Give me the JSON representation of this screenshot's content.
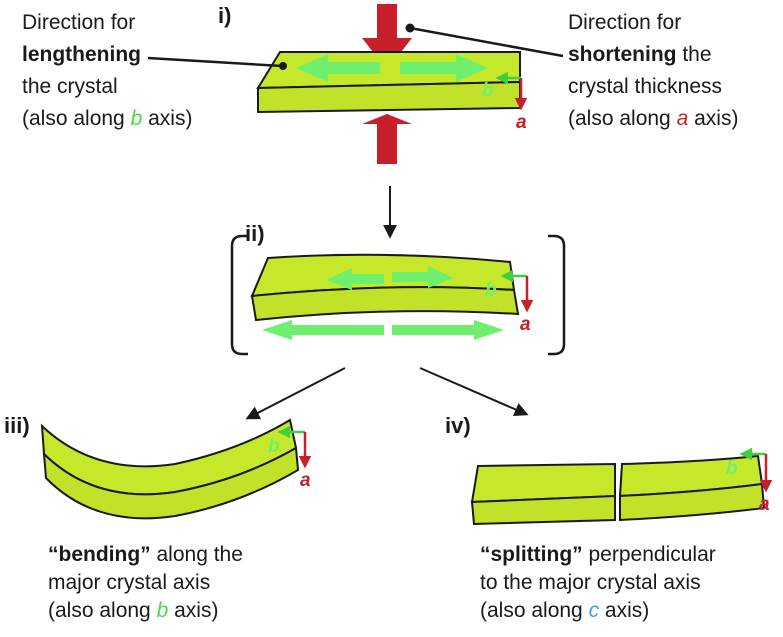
{
  "panels": {
    "i": "i)",
    "ii": "ii)",
    "iii": "iii)",
    "iv": "iv)"
  },
  "left_note": {
    "line1": "Direction for",
    "line2_bold": "lengthening",
    "line3": "the crystal",
    "line4_pre": "(also along ",
    "line4_axis": "b",
    "line4_post": " axis)"
  },
  "right_note": {
    "line1": "Direction for",
    "line2_bold": "shortening",
    "line2_post": " the",
    "line3": "crystal thickness",
    "line4_pre": "(also along ",
    "line4_axis": "a",
    "line4_post": " axis)"
  },
  "bending_note": {
    "bold": "“bending”",
    "line1_post": " along the",
    "line2": "major crystal axis",
    "line3_pre": "(also along ",
    "line3_axis": "b",
    "line3_post": " axis)"
  },
  "splitting_note": {
    "bold": "“splitting”",
    "line1_post": " perpendicular",
    "line2": "to the major crystal axis",
    "line3_pre": "(also along ",
    "line3_axis": "c",
    "line3_post": " axis)"
  },
  "axes": {
    "b": "b",
    "a": "a"
  },
  "colors": {
    "crystal": "#c6e82a",
    "crystal_side": "#b5d820",
    "outline": "#1a1a1a",
    "green_arrow": "#6ef06e",
    "red_arrow": "#c8202a",
    "blue_axis": "#3aa0e8"
  }
}
